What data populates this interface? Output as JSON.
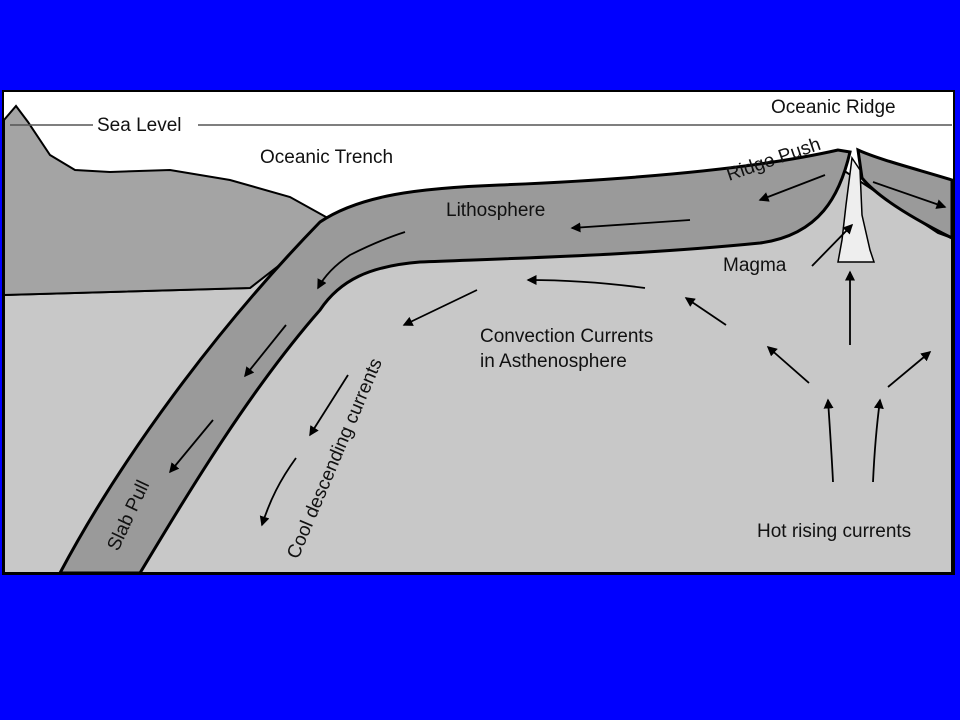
{
  "colors": {
    "slide_background": "#0000FF",
    "panel_background": "#FFFFFF",
    "asthenosphere": "#C8C8C8",
    "lithosphere": "#9A9A9A",
    "continent": "#A4A4A4",
    "magma": "#EEEEEE",
    "outline": "#000000",
    "sea_level_line": "#555555"
  },
  "labels": {
    "sea_level": "Sea Level",
    "oceanic_ridge": "Oceanic Ridge",
    "oceanic_trench": "Oceanic Trench",
    "ridge_push": "Ridge Push",
    "lithosphere": "Lithosphere",
    "magma": "Magma",
    "convection_line1": "Convection Currents",
    "convection_line2": "in Asthenosphere",
    "cool_descending": "Cool descending currents",
    "slab_pull": "Slab Pull",
    "hot_rising": "Hot rising currents"
  },
  "icons": {
    "flow_arrow": "arrow-icon"
  }
}
